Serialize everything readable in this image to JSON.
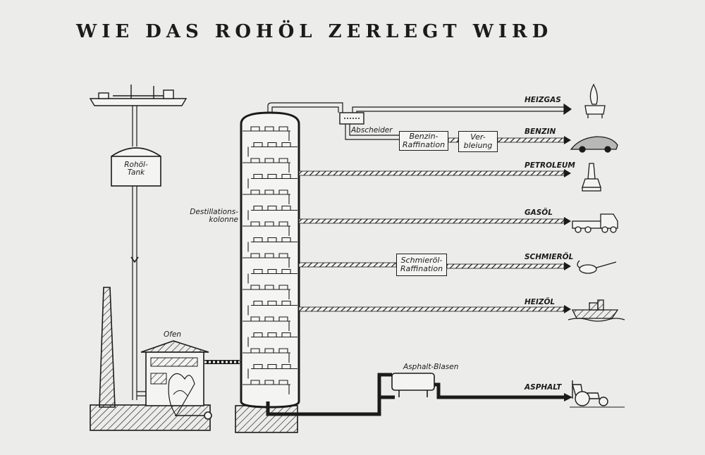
{
  "title": "WIE DAS ROHÖL ZERLEGT WIRD",
  "labels": {
    "tank": "Rohöl-\nTank",
    "column": "Destillations-\nkolonne",
    "furnace": "Ofen",
    "separator": "Abscheider",
    "benzin_refining": "Benzin-\nRaffination",
    "leading": "Ver-\nbleiung",
    "lube_refining": "Schmieröl-\nRaffination",
    "asphalt_still": "Asphalt-Blasen"
  },
  "products": [
    "HEIZGAS",
    "BENZIN",
    "PETROLEUM",
    "GASÖL",
    "SCHMIERÖL",
    "HEIZÖL",
    "ASPHALT"
  ],
  "icons": [
    "gas-flame-icon",
    "car-icon",
    "oil-lamp-icon",
    "truck-icon",
    "oil-can-icon",
    "ship-icon",
    "tractor-icon"
  ],
  "colors": {
    "ink": "#1b1b1b",
    "paper": "#ececea"
  }
}
